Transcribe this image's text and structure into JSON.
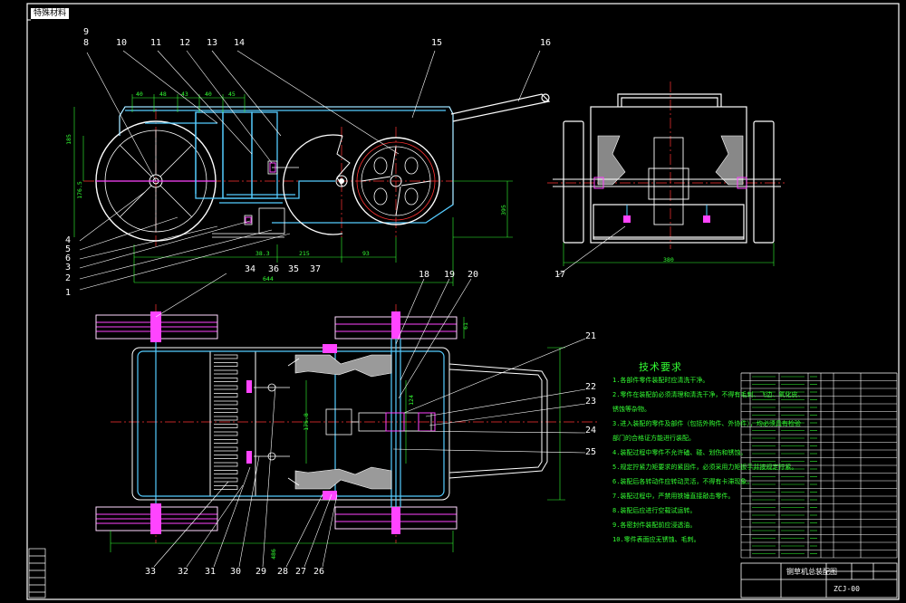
{
  "drawing": {
    "corner_label": "特殊材料",
    "tech_title": "技术要求",
    "tech_notes": [
      "1.各部件零件装配时应清洗干净。",
      "2.零件在装配前必须清理和清洗干净，不得有毛刺、飞边、氧化皮、",
      "  锈蚀等杂物。",
      "3.进入装配的零件及部件（包括外购件、外协件），均必须具有检验",
      "  部门的合格证方能进行装配。",
      "4.装配过程中零件不允许磕、碰、划伤和锈蚀。",
      "5.规定拧紧力矩要求的紧固件，必须采用力矩扳手并按规定拧紧。",
      "6.装配后各转动件应转动灵活，不得有卡滞现象。",
      "7.装配过程中，严禁用铁锤直接敲击零件。",
      "8.装配后应进行空载试运转。",
      "9.各密封件装配前应浸透油。",
      "10.零件表面应无锈蚀、毛刺。"
    ],
    "title_block": {
      "part_name": "铡草机总装配图",
      "material": "",
      "drawing_code": "ZCJ-00"
    }
  },
  "balloons_front": [
    "9",
    "8",
    "10",
    "11",
    "12",
    "13",
    "14",
    "15",
    "16"
  ],
  "balloons_front_left": [
    "4",
    "5",
    "6",
    "3",
    "2",
    "1"
  ],
  "balloons_bottom": [
    "34",
    "36",
    "35",
    "37"
  ],
  "balloons_side": [
    "17"
  ],
  "balloons_plan_top": [
    "18",
    "19",
    "20"
  ],
  "balloons_plan_right": [
    "21",
    "22",
    "23",
    "24",
    "25"
  ],
  "balloons_plan_bottom": [
    "33",
    "32",
    "31",
    "30",
    "29",
    "28",
    "27",
    "26"
  ],
  "dims": {
    "d_top": [
      "40",
      "48",
      "43",
      "40",
      "45"
    ],
    "d_left_h": "185",
    "d_left_r": "176.5",
    "d_bot_a": "38.3",
    "d_bot_b": "215",
    "d_bot_c": "93",
    "d_total": "644",
    "d_side": "380",
    "d_right_v": "395",
    "d_plan_w": "486",
    "d_plan_a": "175.8",
    "d_plan_b": "124",
    "d_plan_c": "61"
  },
  "colors": {
    "frame": "#ffffff",
    "outline": "#ffffff",
    "structure": "#55ccff",
    "dim": "#33ff33",
    "centerline": "#ff3333",
    "hidden": "#ff3333",
    "wheel": "#ff44ff",
    "hatch": "#c0c0c0"
  }
}
